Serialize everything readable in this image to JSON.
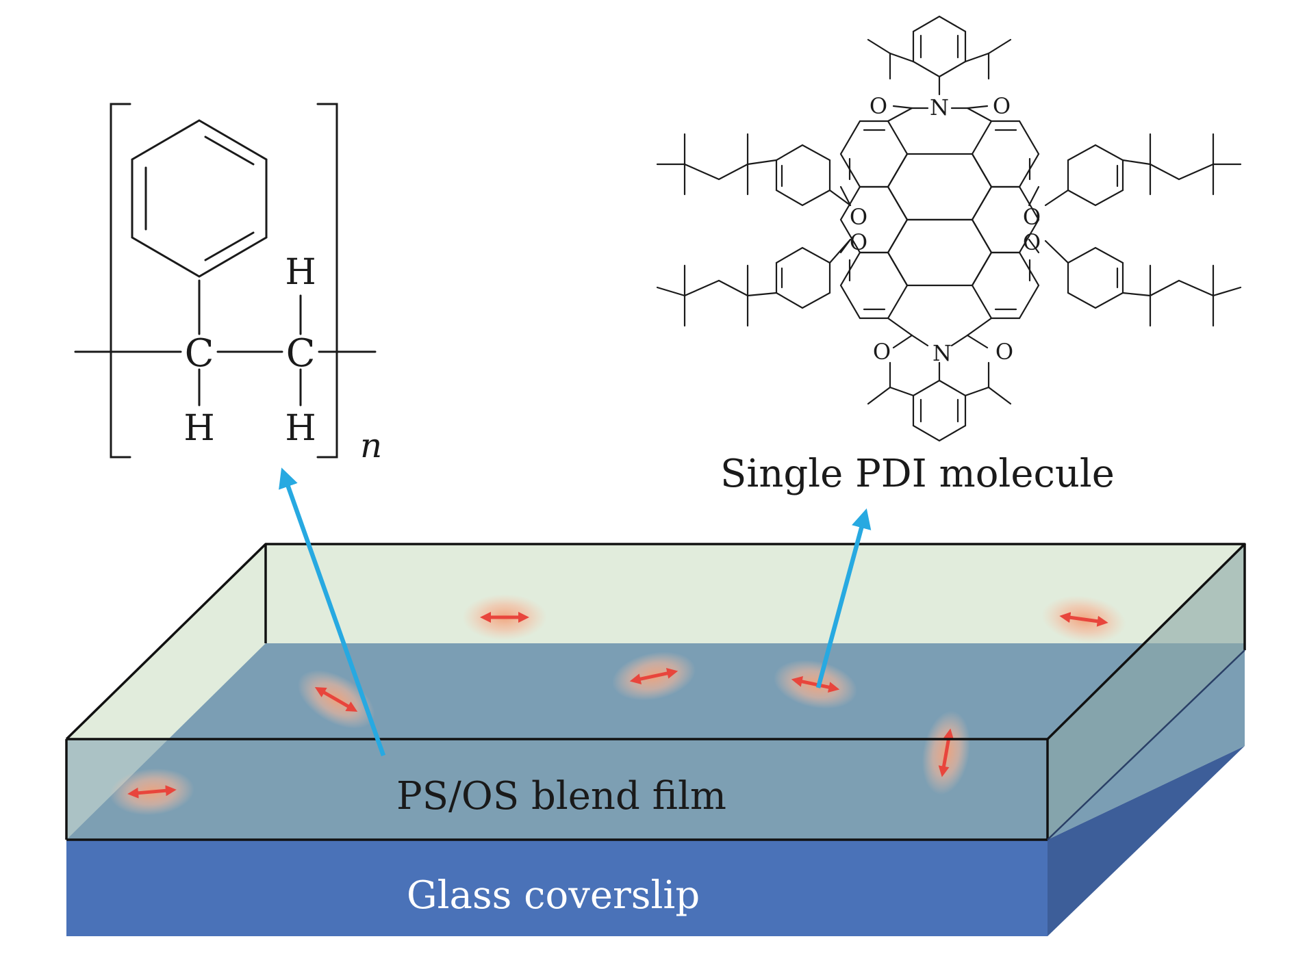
{
  "labels": {
    "film": "PS/OS blend film",
    "glass": "Glass coverslip",
    "pdi": "Single PDI molecule"
  },
  "polystyrene": {
    "atoms": {
      "carbon": "C",
      "hydrogen": "H",
      "repeat_subscript": "n"
    }
  },
  "pdi_structure": {
    "atoms": {
      "nitrogen": "N",
      "oxygen": "O"
    }
  },
  "colors": {
    "film_top": "#e1ecdc",
    "film_front": "#7b9eb4",
    "glass_front": "#4a72b8",
    "glass_side": "#3d5e99",
    "pointer_arrow": "#27a9e1",
    "dipole_arrow": "#e8453c"
  },
  "icons": {
    "dipole": "double-headed-arrow-icon",
    "pointer": "pointer-arrow-icon"
  }
}
